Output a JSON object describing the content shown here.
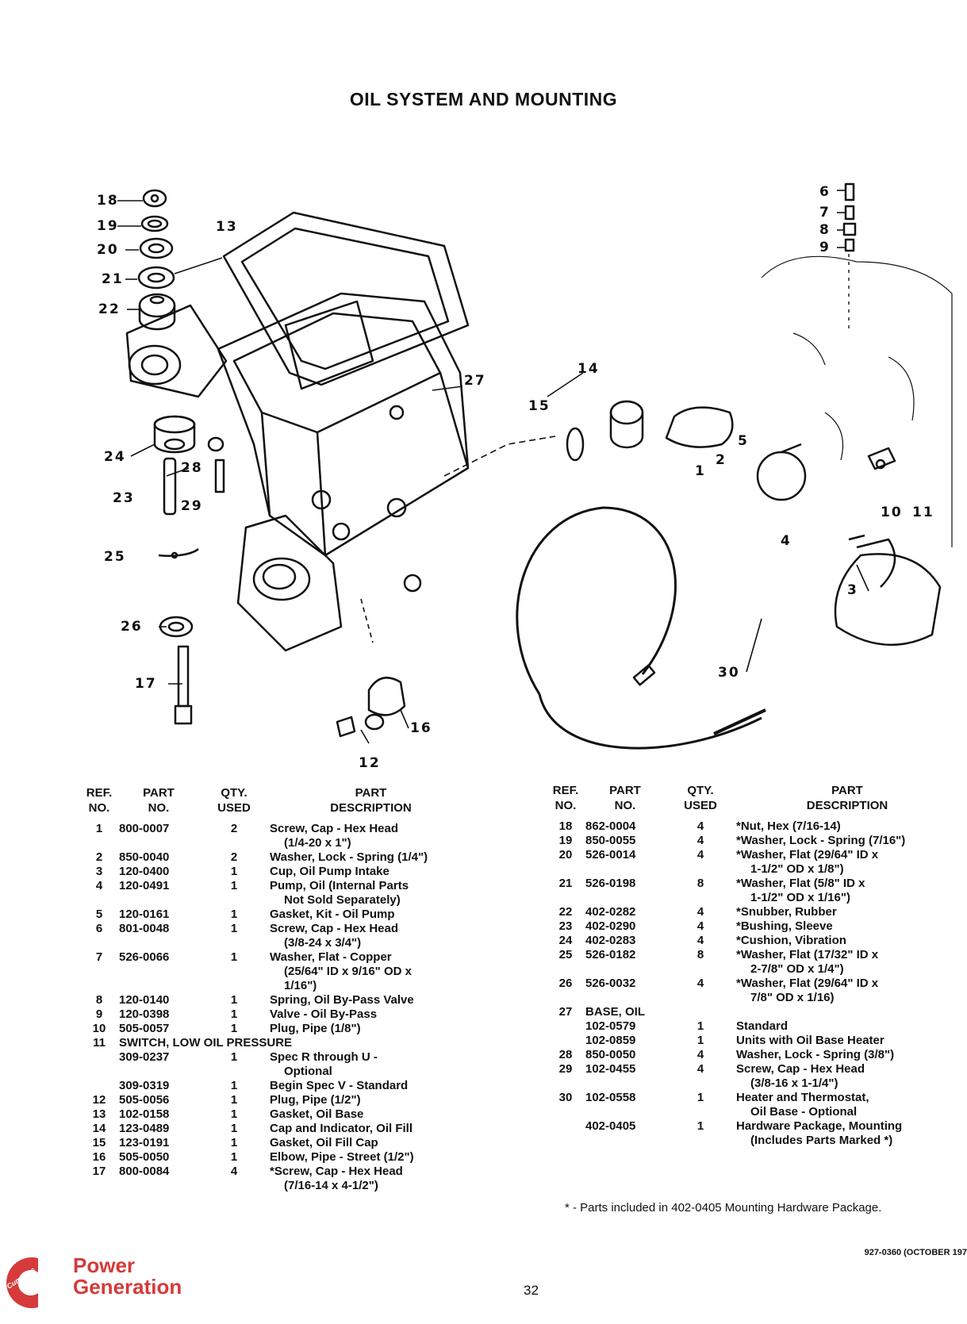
{
  "title": "OIL SYSTEM AND MOUNTING",
  "callouts": [
    "18",
    "19",
    "20",
    "21",
    "22",
    "13",
    "24",
    "28",
    "23",
    "29",
    "25",
    "26",
    "17",
    "27",
    "14",
    "15",
    "5",
    "2",
    "1",
    "4",
    "3",
    "30",
    "16",
    "12",
    "6",
    "7",
    "8",
    "9",
    "10",
    "11"
  ],
  "headers": {
    "ref": [
      "REF.",
      "NO."
    ],
    "part": [
      "PART",
      "NO."
    ],
    "qty": [
      "QTY.",
      "USED"
    ],
    "desc": [
      "PART",
      "DESCRIPTION"
    ]
  },
  "left_rows": [
    {
      "ref": "1",
      "part": "800-0007",
      "qty": "2",
      "desc": [
        "Screw, Cap - Hex Head",
        "(1/4-20 x 1\")"
      ]
    },
    {
      "ref": "2",
      "part": "850-0040",
      "qty": "2",
      "desc": [
        "Washer, Lock - Spring (1/4\")"
      ]
    },
    {
      "ref": "3",
      "part": "120-0400",
      "qty": "1",
      "desc": [
        "Cup, Oil Pump Intake"
      ]
    },
    {
      "ref": "4",
      "part": "120-0491",
      "qty": "1",
      "desc": [
        "Pump, Oil (Internal Parts",
        "Not Sold Separately)"
      ]
    },
    {
      "ref": "5",
      "part": "120-0161",
      "qty": "1",
      "desc": [
        "Gasket, Kit - Oil Pump"
      ]
    },
    {
      "ref": "6",
      "part": "801-0048",
      "qty": "1",
      "desc": [
        "Screw, Cap - Hex Head",
        "(3/8-24 x 3/4\")"
      ]
    },
    {
      "ref": "7",
      "part": "526-0066",
      "qty": "1",
      "desc": [
        "Washer, Flat - Copper",
        "(25/64\" ID x 9/16\" OD x",
        "1/16\")"
      ]
    },
    {
      "ref": "8",
      "part": "120-0140",
      "qty": "1",
      "desc": [
        "Spring, Oil By-Pass Valve"
      ]
    },
    {
      "ref": "9",
      "part": "120-0398",
      "qty": "1",
      "desc": [
        "Valve - Oil By-Pass"
      ]
    },
    {
      "ref": "10",
      "part": "505-0057",
      "qty": "1",
      "desc": [
        "Plug, Pipe (1/8\")"
      ]
    },
    {
      "ref": "11",
      "section": "SWITCH, LOW OIL PRESSURE"
    },
    {
      "ref": "",
      "part": "309-0237",
      "qty": "1",
      "desc": [
        "Spec R through U -",
        "Optional"
      ]
    },
    {
      "ref": "",
      "part": "309-0319",
      "qty": "1",
      "desc": [
        "Begin Spec V - Standard"
      ]
    },
    {
      "ref": "12",
      "part": "505-0056",
      "qty": "1",
      "desc": [
        "Plug, Pipe (1/2\")"
      ]
    },
    {
      "ref": "13",
      "part": "102-0158",
      "qty": "1",
      "desc": [
        "Gasket, Oil Base"
      ]
    },
    {
      "ref": "14",
      "part": "123-0489",
      "qty": "1",
      "desc": [
        "Cap and Indicator, Oil Fill"
      ]
    },
    {
      "ref": "15",
      "part": "123-0191",
      "qty": "1",
      "desc": [
        "Gasket, Oil Fill Cap"
      ]
    },
    {
      "ref": "16",
      "part": "505-0050",
      "qty": "1",
      "desc": [
        "Elbow, Pipe - Street (1/2\")"
      ]
    },
    {
      "ref": "17",
      "part": "800-0084",
      "qty": "4",
      "desc": [
        "*Screw, Cap - Hex Head",
        "(7/16-14 x 4-1/2\")"
      ]
    }
  ],
  "right_rows": [
    {
      "ref": "18",
      "part": "862-0004",
      "qty": "4",
      "desc": [
        "*Nut, Hex (7/16-14)"
      ]
    },
    {
      "ref": "19",
      "part": "850-0055",
      "qty": "4",
      "desc": [
        "*Washer, Lock - Spring (7/16\")"
      ]
    },
    {
      "ref": "20",
      "part": "526-0014",
      "qty": "4",
      "desc": [
        "*Washer, Flat (29/64\" ID x",
        "1-1/2\" OD x 1/8\")"
      ]
    },
    {
      "ref": "21",
      "part": "526-0198",
      "qty": "8",
      "desc": [
        "*Washer, Flat (5/8\" ID x",
        "1-1/2\" OD x 1/16\")"
      ]
    },
    {
      "ref": "22",
      "part": "402-0282",
      "qty": "4",
      "desc": [
        "*Snubber, Rubber"
      ]
    },
    {
      "ref": "23",
      "part": "402-0290",
      "qty": "4",
      "desc": [
        "*Bushing, Sleeve"
      ]
    },
    {
      "ref": "24",
      "part": "402-0283",
      "qty": "4",
      "desc": [
        "*Cushion, Vibration"
      ]
    },
    {
      "ref": "25",
      "part": "526-0182",
      "qty": "8",
      "desc": [
        "*Washer, Flat (17/32\" ID x",
        "2-7/8\" OD x 1/4\")"
      ]
    },
    {
      "ref": "26",
      "part": "526-0032",
      "qty": "4",
      "desc": [
        "*Washer, Flat (29/64\" ID x",
        "7/8\" OD x 1/16)"
      ]
    },
    {
      "ref": "27",
      "section": "BASE, OIL"
    },
    {
      "ref": "",
      "part": "102-0579",
      "qty": "1",
      "desc": [
        "Standard"
      ]
    },
    {
      "ref": "",
      "part": "102-0859",
      "qty": "1",
      "desc": [
        "Units with Oil Base Heater"
      ]
    },
    {
      "ref": "28",
      "part": "850-0050",
      "qty": "4",
      "desc": [
        "Washer, Lock - Spring (3/8\")"
      ]
    },
    {
      "ref": "29",
      "part": "102-0455",
      "qty": "4",
      "desc": [
        "Screw, Cap - Hex Head",
        "(3/8-16 x 1-1/4\")"
      ]
    },
    {
      "ref": "30",
      "part": "102-0558",
      "qty": "1",
      "desc": [
        "Heater and Thermostat,",
        "Oil Base - Optional"
      ]
    },
    {
      "ref": "",
      "part": "402-0405",
      "qty": "1",
      "desc": [
        "Hardware Package, Mounting",
        "(Includes Parts Marked *)"
      ]
    }
  ],
  "footnote": "* - Parts included in 402-0405 Mounting Hardware Package.",
  "doc_number": "927-0360 (OCTOBER 197",
  "page_number": "32",
  "logo": {
    "brand": "Cummins",
    "line1": "Power",
    "line2": "Generation",
    "color": "#d63a3a"
  }
}
